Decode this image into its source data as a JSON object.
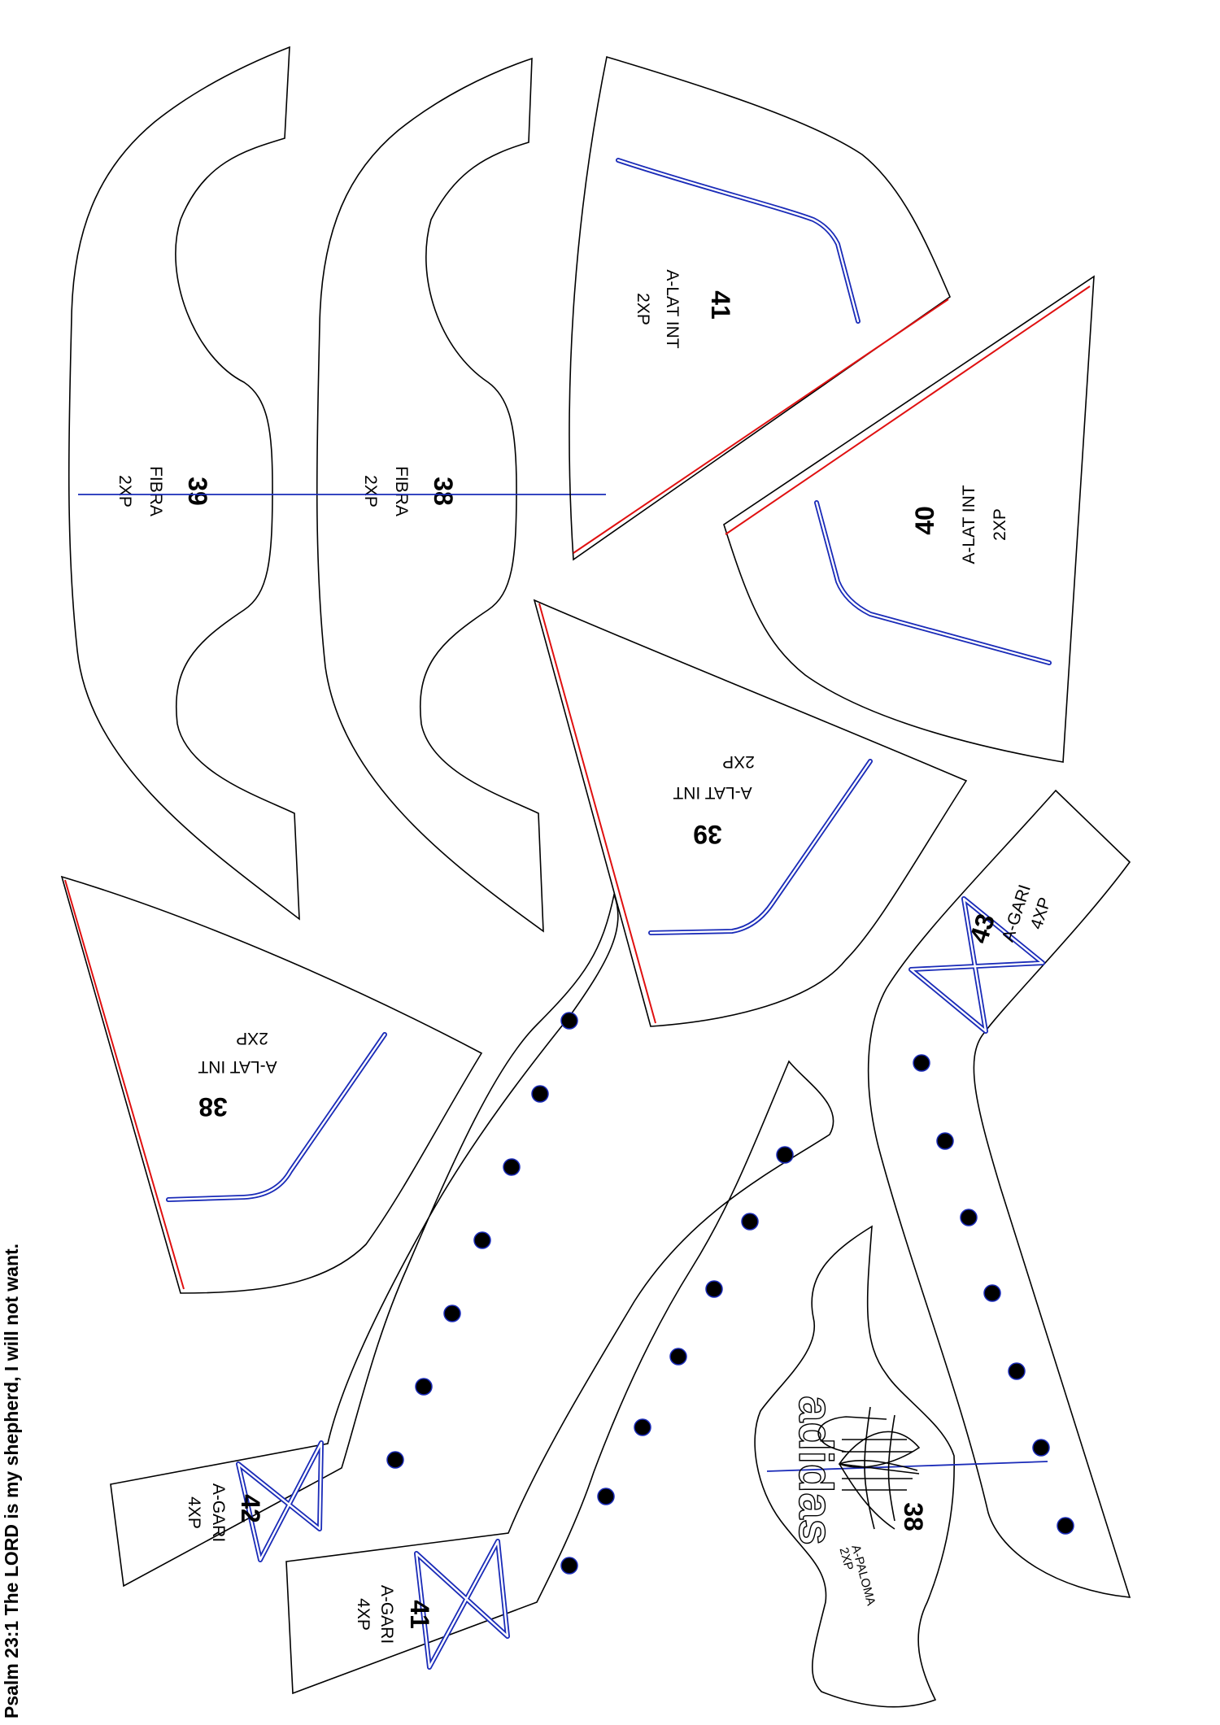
{
  "verse": "Psalm 23:1 The LORD is my shepherd, I will not want.",
  "colors": {
    "outline": "#000000",
    "stitch": "#1a2bb8",
    "edge": "#e01010"
  },
  "pieces": {
    "fibra_39": {
      "number": "39",
      "name": "FIBRA",
      "qty": "2XP"
    },
    "fibra_38": {
      "number": "38",
      "name": "FIBRA",
      "qty": "2XP"
    },
    "alat_41": {
      "number": "41",
      "name": "A-LAT INT",
      "qty": "2XP"
    },
    "alat_40": {
      "number": "40",
      "name": "A-LAT INT",
      "qty": "2XP"
    },
    "alat_39": {
      "number": "39",
      "name": "A-LAT INT",
      "qty": "2XP"
    },
    "alat_38": {
      "number": "38",
      "name": "A-LAT INT",
      "qty": "2XP"
    },
    "agari_43": {
      "number": "43",
      "name": "A-GARI",
      "qty": "4XP"
    },
    "agari_42": {
      "number": "42",
      "name": "A-GARI",
      "qty": "4XP"
    },
    "agari_41": {
      "number": "41",
      "name": "A-GARI",
      "qty": "4XP"
    },
    "apaloma_38": {
      "number": "38",
      "name": "A-PALOMA",
      "qty": "2XP",
      "logo_text": "adidas"
    }
  }
}
